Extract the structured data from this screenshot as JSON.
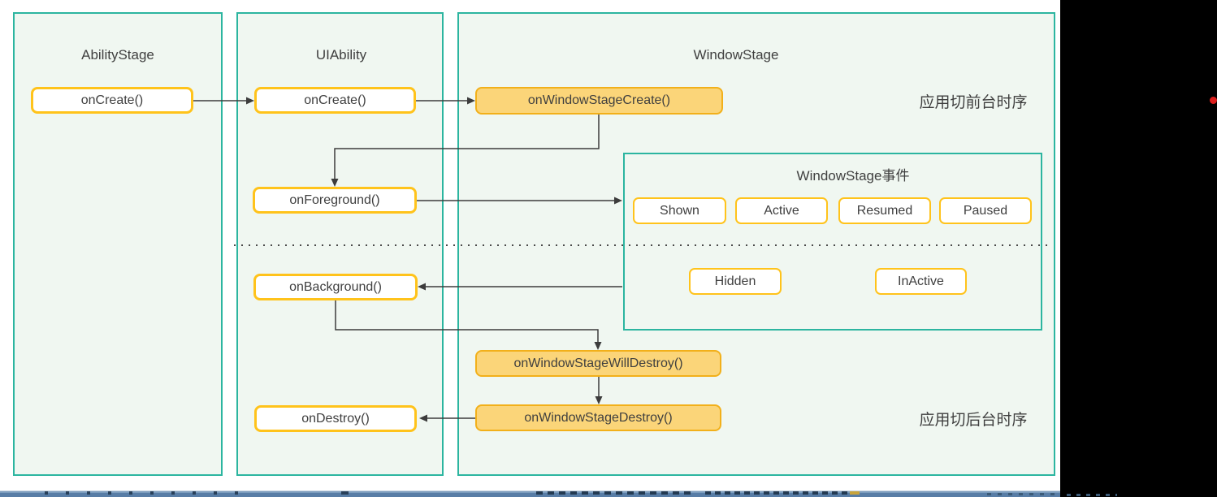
{
  "diagram": {
    "columns": [
      {
        "title": "AbilityStage"
      },
      {
        "title": "UIAbility"
      },
      {
        "title": "WindowStage"
      }
    ],
    "nodes": {
      "ability_on_create": "onCreate()",
      "ui_on_create": "onCreate()",
      "on_window_stage_create": "onWindowStageCreate()",
      "on_foreground": "onForeground()",
      "on_background": "onBackground()",
      "on_window_stage_will_destroy": "onWindowStageWillDestroy()",
      "on_window_stage_destroy": "onWindowStageDestroy()",
      "on_destroy": "onDestroy()"
    },
    "event_panel": {
      "title": "WindowStage事件",
      "foreground_events": [
        "Shown",
        "Active",
        "Resumed",
        "Paused"
      ],
      "background_events": [
        "Hidden",
        "InActive"
      ]
    },
    "annotations": {
      "foreground_label": "应用切前台时序",
      "background_label": "应用切后台时序"
    },
    "colors": {
      "lane_border": "#2cb5a0",
      "lane_fill": "#f0f7f1",
      "node_border": "#ffc31b",
      "highlight_fill": "#fbd579",
      "highlight_border": "#f2b01a",
      "text": "#3f3f3f",
      "arrow": "#3c3c3c",
      "record_dot": "#dc1e1c",
      "bottom_bar": "#587da6"
    }
  }
}
